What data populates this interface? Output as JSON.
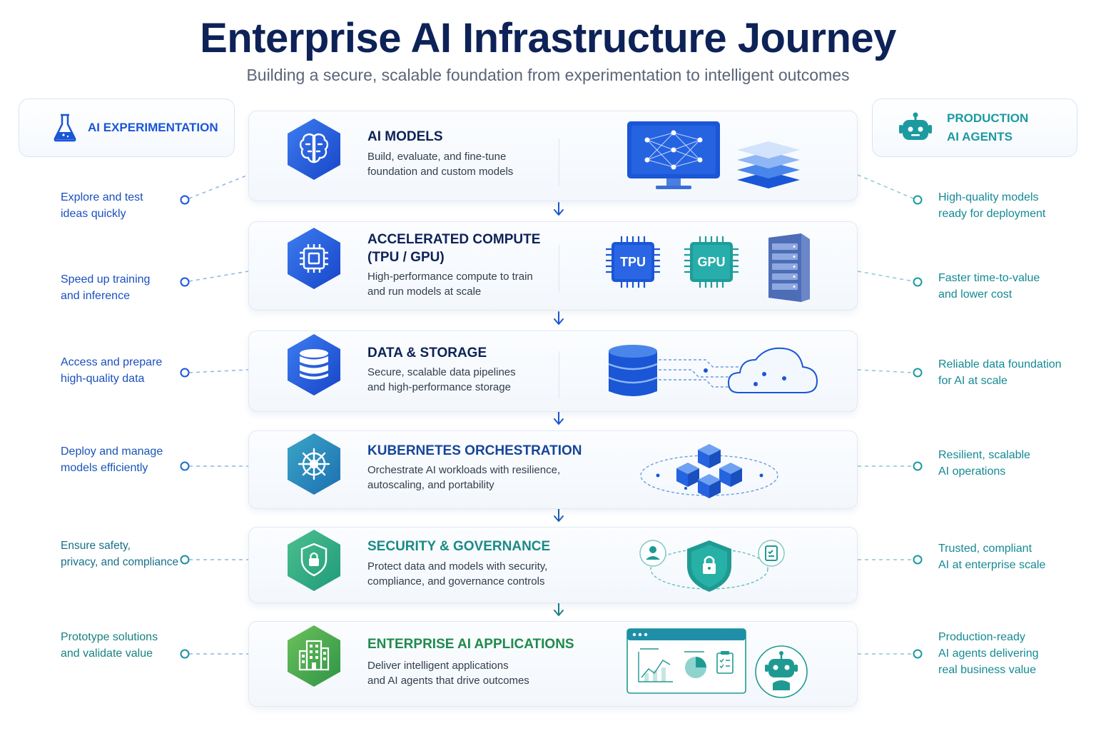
{
  "title": "Enterprise AI Infrastructure Journey",
  "subtitle": "Building a secure, scalable foundation from experimentation to intelligent outcomes",
  "start_card": {
    "label": "AI EXPERIMENTATION",
    "icon": "flask-icon"
  },
  "end_card": {
    "label_line1": "PRODUCTION",
    "label_line2": "AI AGENTS",
    "icon": "robot-icon"
  },
  "left_notes": [
    {
      "line1": "Explore and test",
      "line2": "ideas quickly"
    },
    {
      "line1": "Speed up training",
      "line2": "and inference"
    },
    {
      "line1": "Access and prepare",
      "line2": "high-quality data"
    },
    {
      "line1": "Deploy and manage",
      "line2": "models efficiently"
    },
    {
      "line1": "Ensure safety,",
      "line2": "privacy, and compliance"
    },
    {
      "line1": "Prototype solutions",
      "line2": "and validate value"
    }
  ],
  "right_notes": [
    {
      "line1": "High-quality models",
      "line2": "ready for deployment",
      "line3": ""
    },
    {
      "line1": "Faster time-to-value",
      "line2": "and lower cost",
      "line3": ""
    },
    {
      "line1": "Reliable data foundation",
      "line2": "for AI at scale",
      "line3": ""
    },
    {
      "line1": "Resilient, scalable",
      "line2": "AI operations",
      "line3": ""
    },
    {
      "line1": "Trusted, compliant",
      "line2": "AI at enterprise scale",
      "line3": ""
    },
    {
      "line1": "Production-ready",
      "line2": "AI agents delivering",
      "line3": "real business value"
    }
  ],
  "layers": [
    {
      "title_line1": "AI MODELS",
      "title_line2": "",
      "desc_line1": "Build, evaluate, and fine-tune",
      "desc_line2": "foundation and custom models",
      "icon": "brain-icon",
      "color": "#1a56d6"
    },
    {
      "title_line1": "ACCELERATED COMPUTE",
      "title_line2": "(TPU / GPU)",
      "desc_line1": "High-performance compute to train",
      "desc_line2": "and run models at scale",
      "icon": "chip-icon",
      "color": "#1a56d6",
      "chip_labels": [
        "TPU",
        "GPU"
      ]
    },
    {
      "title_line1": "DATA & STORAGE",
      "title_line2": "",
      "desc_line1": "Secure, scalable data pipelines",
      "desc_line2": "and high-performance storage",
      "icon": "database-icon",
      "color": "#1a56d6"
    },
    {
      "title_line1": "KUBERNETES ORCHESTRATION",
      "title_line2": "",
      "desc_line1": "Orchestrate AI workloads with resilience,",
      "desc_line2": "autoscaling, and portability",
      "icon": "helm-wheel-icon",
      "color": "#17459a"
    },
    {
      "title_line1": "SECURITY & GOVERNANCE",
      "title_line2": "",
      "desc_line1": "Protect data and models with security,",
      "desc_line2": "compliance, and governance controls",
      "icon": "shield-lock-icon",
      "color": "#1a8a86"
    },
    {
      "title_line1": "ENTERPRISE AI APPLICATIONS",
      "title_line2": "",
      "desc_line1": "Deliver intelligent applications",
      "desc_line2": "and AI agents that drive outcomes",
      "icon": "building-icon",
      "color": "#1f8a4c"
    }
  ],
  "colors": {
    "title": "#0d2257",
    "blue": "#1a56d6",
    "teal": "#1b9aa0",
    "green": "#2e9e4f",
    "connector": "#8fb3e6"
  }
}
